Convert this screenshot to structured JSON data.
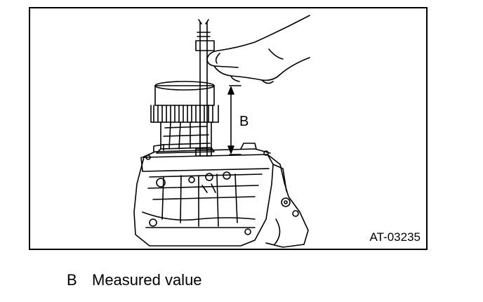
{
  "figure": {
    "callout_label": "B",
    "figure_code": "AT-03235"
  },
  "legend": {
    "key": "B",
    "description": "Measured value"
  }
}
